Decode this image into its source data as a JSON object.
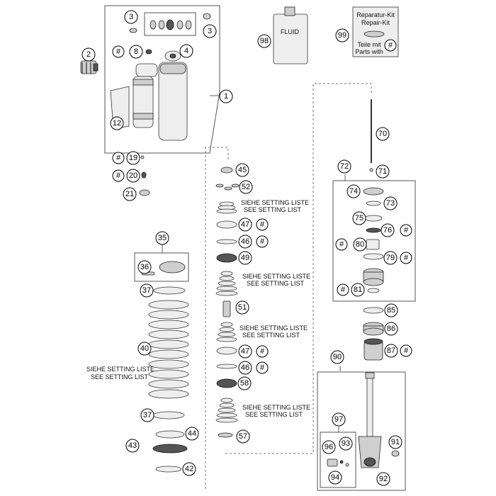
{
  "callouts": {
    "p1": "1",
    "p2": "2",
    "p3a": "3",
    "p3b": "3",
    "p4": "4",
    "p8": "8",
    "p12": "12",
    "p19": "19",
    "p20": "20",
    "p21": "21",
    "p35": "35",
    "p36": "36",
    "p37a": "37",
    "p37b": "37",
    "p40": "40",
    "p42": "42",
    "p43": "43",
    "p44": "44",
    "p45": "45",
    "p46a": "46",
    "p46b": "46",
    "p47a": "47",
    "p47b": "47",
    "p49": "49",
    "p51": "51",
    "p52": "52",
    "p57": "57",
    "p58": "58",
    "p70": "70",
    "p71": "71",
    "p72": "72",
    "p73": "73",
    "p74": "74",
    "p75": "75",
    "p76": "76",
    "p79": "79",
    "p80": "80",
    "p81": "81",
    "p85": "85",
    "p86": "86",
    "p87": "87",
    "p90": "90",
    "p91": "91",
    "p92": "92",
    "p93": "93",
    "p94": "94",
    "p96": "96",
    "p97": "97",
    "p98": "98",
    "p99": "99"
  },
  "hash_symbol": "#",
  "fluid_label": "FLUID",
  "repair_kit": {
    "line1": "Reparatur-Kit",
    "line2": "Repair-Kit",
    "line3": "Teile mit",
    "line4": "Parts with"
  },
  "setting_list": {
    "de": "SIEHE SETTING LISTE",
    "en": "SEE SETTING LIST"
  }
}
